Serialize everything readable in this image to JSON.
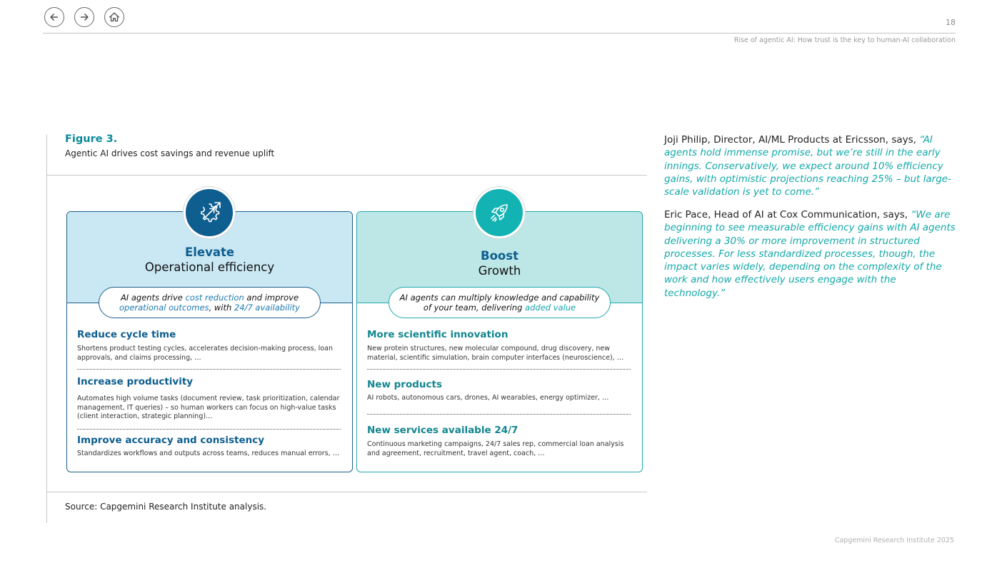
{
  "nav": {
    "back_icon": "arrow-left-icon",
    "forward_icon": "arrow-right-icon",
    "home_icon": "home-icon"
  },
  "header": {
    "page_number": "18",
    "running_title": "Rise of agentic AI: How trust is the key to human-AI collaboration"
  },
  "figure": {
    "label": "Figure 3.",
    "subtitle": "Agentic AI drives cost savings and revenue uplift",
    "source": "Source: Capgemini Research Institute analysis.",
    "left_panel": {
      "icon": "gear-growth-arrow-icon",
      "title": "Elevate",
      "subtitle": "Operational efficiency",
      "pill": {
        "pre": "AI agents drive ",
        "hl1": "cost reduction",
        "mid": " and improve",
        "hl2": "operational outcomes",
        "mid2": ", with ",
        "hl3": "24/7 availability"
      },
      "items": [
        {
          "title": "Reduce cycle time",
          "desc_lines": [
            "Shortens product testing cycles, accelerates decision-making process, loan",
            "approvals, and claims processing, …"
          ]
        },
        {
          "title": "Increase productivity",
          "desc_lines": [
            "Automates high volume tasks (document review, task prioritization, calendar",
            "management, IT queries) – so human workers can focus on high-value tasks",
            "(client interaction, strategic planning)…"
          ]
        },
        {
          "title": "Improve accuracy and consistency",
          "desc_lines": [
            "Standardizes workflows and outputs across teams, reduces manual errors, …"
          ]
        }
      ]
    },
    "right_panel": {
      "icon": "rocket-icon",
      "title": "Boost",
      "subtitle": "Growth",
      "pill": {
        "line1": "AI agents can multiply knowledge and capability",
        "pre2": "of your team, delivering ",
        "hl": "added value"
      },
      "items": [
        {
          "title": "More scientific innovation",
          "desc_lines": [
            "New protein structures, new molecular compound, drug discovery, new",
            "material, scientific simulation, brain computer interfaces (neuroscience), …"
          ]
        },
        {
          "title": "New products",
          "desc_lines": [
            "AI robots, autonomous cars, drones, AI wearables, energy optimizer, …"
          ]
        },
        {
          "title": "New services available 24/7",
          "desc_lines": [
            "Continuous marketing campaigns, 24/7 sales rep, commercial loan analysis",
            "and agreement, recruitment, travel agent, coach, …"
          ]
        }
      ]
    }
  },
  "quotes": [
    {
      "intro": "Joji Philip, Director, AI/ML Products at Ericsson, says, ",
      "text": "“AI agents hold immense promise, but we’re still in the early innings. Conservatively, we expect around 10% efficiency gains, with optimistic projections reaching 25% – but large-scale validation is yet to come.”"
    },
    {
      "intro": "Eric Pace, Head of AI at Cox Communication, says, ",
      "text": "“We are beginning to see measurable efficiency gains with AI agents delivering a 30% or more improvement in structured processes. For less standardized processes, though, the impact varies widely, depending on the complexity of the work and how effectively users engage with the technology.”"
    }
  ],
  "footer": {
    "text": "Capgemini Research Institute 2025"
  }
}
